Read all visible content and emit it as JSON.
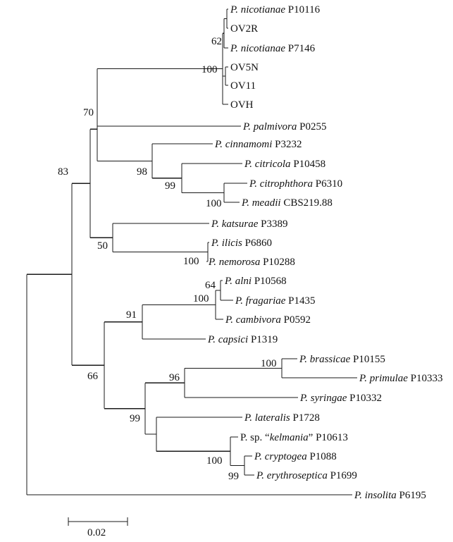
{
  "taxa": [
    {
      "id": "t1",
      "species": "P. nicotianae",
      "strain": "P10116"
    },
    {
      "id": "t2",
      "strain": "OV2R"
    },
    {
      "id": "t3",
      "species": "P. nicotianae",
      "strain": "P7146"
    },
    {
      "id": "t4",
      "strain": "OV5N"
    },
    {
      "id": "t5",
      "strain": "OV11"
    },
    {
      "id": "t6",
      "strain": "OVH"
    },
    {
      "id": "t7",
      "species": "P. palmivora",
      "strain": "P0255"
    },
    {
      "id": "t8",
      "species": "P. cinnamomi",
      "strain": "P3232"
    },
    {
      "id": "t9",
      "species": "P. citricola",
      "strain": "P10458"
    },
    {
      "id": "t10",
      "species": "P. citrophthora",
      "strain": "P6310"
    },
    {
      "id": "t11",
      "species": "P. meadii",
      "strain": "CBS219.88"
    },
    {
      "id": "t12",
      "species": "P. katsurae",
      "strain": "P3389"
    },
    {
      "id": "t13",
      "species": "P. ilicis",
      "strain": "P6860"
    },
    {
      "id": "t14",
      "species": "P. nemorosa",
      "strain": "P10288"
    },
    {
      "id": "t15",
      "species": "P. alni",
      "strain": "P10568"
    },
    {
      "id": "t16",
      "species": "P. fragariae",
      "strain": "P1435"
    },
    {
      "id": "t17",
      "species": "P. cambivora",
      "strain": "P0592"
    },
    {
      "id": "t18",
      "species": "P. capsici",
      "strain": "P1319"
    },
    {
      "id": "t19",
      "species": "P. brassicae",
      "strain": "P10155"
    },
    {
      "id": "t20",
      "species": "P. primulae",
      "strain": "P10333"
    },
    {
      "id": "t21",
      "species": "P. syringae",
      "strain": "P10332"
    },
    {
      "id": "t22",
      "species": "P. lateralis",
      "strain": "P1728"
    },
    {
      "id": "t23",
      "prefix": "P. sp. “",
      "species": "kelmania",
      "suffix": "”",
      "strain": "P10613"
    },
    {
      "id": "t24",
      "species": "P. cryptogea",
      "strain": "P1088"
    },
    {
      "id": "t25",
      "species": "P. erythroseptica",
      "strain": "P1699"
    },
    {
      "id": "t26",
      "species": "P. insolita",
      "strain": "P6195"
    }
  ],
  "bootstrap": {
    "n62": "62",
    "n100a": "100",
    "n70": "70",
    "n83": "83",
    "n98": "98",
    "n99a": "99",
    "n100b": "100",
    "n50": "50",
    "n100c": "100",
    "n64": "64",
    "n100d": "100",
    "n91": "91",
    "n66": "66",
    "n100e": "100",
    "n96": "96",
    "n99b": "99",
    "n100f": "100",
    "n99c": "99"
  },
  "scale_bar": {
    "label": "0.02"
  }
}
